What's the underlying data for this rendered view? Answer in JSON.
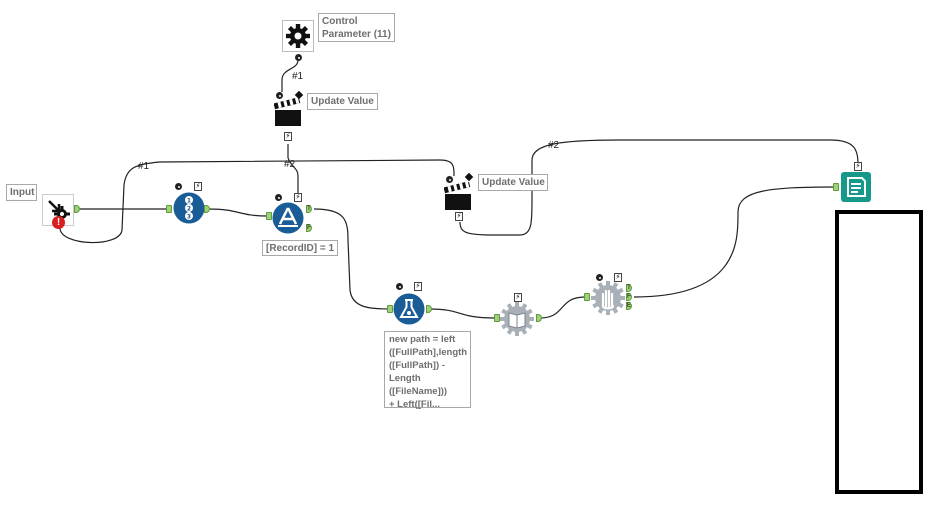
{
  "tools": {
    "control_parameter": {
      "label": "Control\nParameter (11)",
      "icon": "gear-icon"
    },
    "update_value_top": {
      "label": "Update Value",
      "icon": "clapperboard-icon"
    },
    "update_value_right": {
      "label": "Update Value",
      "icon": "clapperboard-icon"
    },
    "input": {
      "label": "Input",
      "icon": "macro-input-icon",
      "status": "error"
    },
    "record_id": {
      "icon": "record-id-icon"
    },
    "filter": {
      "label": "[RecordID] = 1",
      "icon": "filter-icon"
    },
    "formula": {
      "label": "new path = left\n([FullPath],length\n([FullPath]) -\nLength\n([FileName]))\n + Left([Fil...",
      "icon": "formula-icon"
    },
    "dynamic_input": {
      "icon": "dynamic-input-icon"
    },
    "test_tool": {
      "icon": "test-hand-icon"
    },
    "output": {
      "icon": "macro-output-icon"
    }
  },
  "connections": {
    "c1": "#1",
    "c2": "#2",
    "c3": "#1",
    "c4": "#2"
  },
  "anchors": {
    "test_outputs": [
      "T",
      "F",
      "E"
    ],
    "filter_outputs": [
      "T",
      "F"
    ]
  },
  "colors": {
    "tool_blue": "#1a5c96",
    "anchor_green": "#9fd07a",
    "error_red": "#d81e1e",
    "teal_output": "#17998a"
  }
}
